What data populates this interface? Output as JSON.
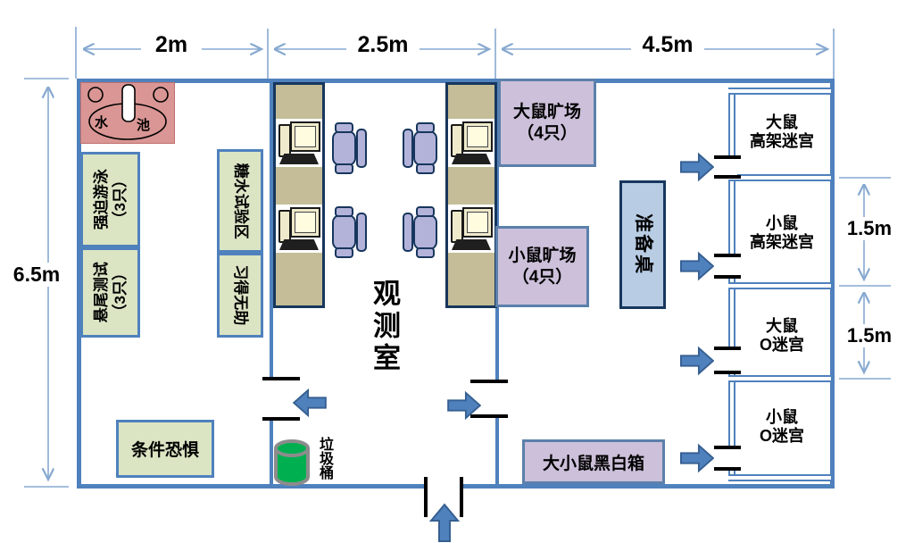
{
  "diagram": {
    "type": "lab-floor-plan",
    "colors": {
      "wall": "#4f81bd",
      "dimension_line": "#87a9d0",
      "green_fill": "#dbe5c4",
      "pink_fill": "#d99694",
      "lavender_fill": "#ccc0da",
      "lightblue_fill": "#b8cce4",
      "tan_fill": "#c4bd97",
      "chair_fill": "#b3b3d9",
      "trash_green": "#00b050",
      "arrow_fill": "#4f81bd",
      "tick_black": "#000000"
    }
  },
  "dimensions": {
    "top_width_1": "2m",
    "top_width_2": "2.5m",
    "top_width_3": "4.5m",
    "left_height": "6.5m",
    "right_height_1": "1.5m",
    "right_height_2": "1.5m"
  },
  "areas": {
    "sink": {
      "char1": "水",
      "char2": "池"
    },
    "forced_swim": {
      "line1": "强迫游泳",
      "line2": "（3只）"
    },
    "tail_suspension": {
      "line1": "悬尾测试",
      "line2": "（3只）"
    },
    "sucrose_test": {
      "label": "糖水试验区"
    },
    "learned_helplessness": {
      "label": "习得无助"
    },
    "conditioned_fear": {
      "label": "条件恐惧"
    },
    "observation_room": {
      "label": "观测室"
    },
    "trash_bin": {
      "label": "垃圾桶"
    },
    "rat_open_field": {
      "line1": "大鼠旷场",
      "line2": "（4只）"
    },
    "mouse_open_field": {
      "line1": "小鼠旷场",
      "line2": "（4只）"
    },
    "prep_table": {
      "label": "准备桌"
    },
    "black_white_box": {
      "label": "大小鼠黑白箱"
    },
    "rat_elevated_maze": {
      "line1": "大鼠",
      "line2": "高架迷宫"
    },
    "mouse_elevated_maze": {
      "line1": "小鼠",
      "line2": "高架迷宫"
    },
    "rat_o_maze": {
      "line1": "大鼠",
      "line2": "O迷宫"
    },
    "mouse_o_maze": {
      "line1": "小鼠",
      "line2": "O迷宫"
    }
  }
}
